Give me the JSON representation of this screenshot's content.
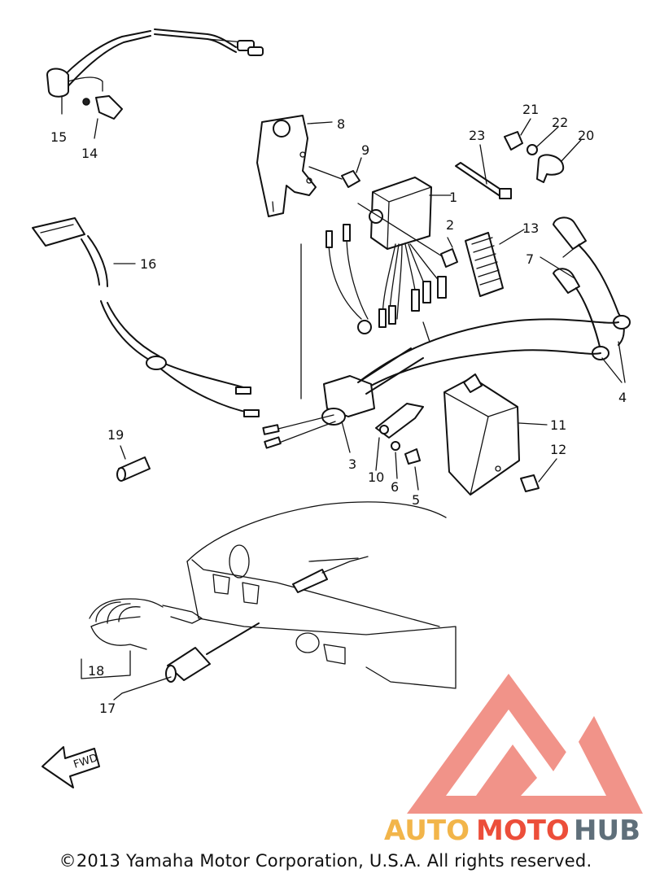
{
  "diagram": {
    "callouts": {
      "p1": "1",
      "p2": "2",
      "p3": "3",
      "p4": "4",
      "p5": "5",
      "p6": "6",
      "p7": "7",
      "p8": "8",
      "p9": "9",
      "p10": "10",
      "p11": "11",
      "p12": "12",
      "p13": "13",
      "p14": "14",
      "p15": "15",
      "p16": "16",
      "p17": "17",
      "p18": "18",
      "p19": "19",
      "p20": "20",
      "p21": "21",
      "p22": "22",
      "p23": "23"
    },
    "fwd_arrow_label": "FWD"
  },
  "watermark": {
    "part1": "AUTO",
    "part2": "MOTO",
    "part3": "HUB",
    "colors": {
      "auto": "#f2b54a",
      "moto": "#ec4e3a",
      "hub": "#5f6f7a",
      "logo": "#ec6a5c"
    }
  },
  "footer": {
    "copyright": "©2013 Yamaha Motor Corporation, U.S.A. All rights reserved."
  }
}
